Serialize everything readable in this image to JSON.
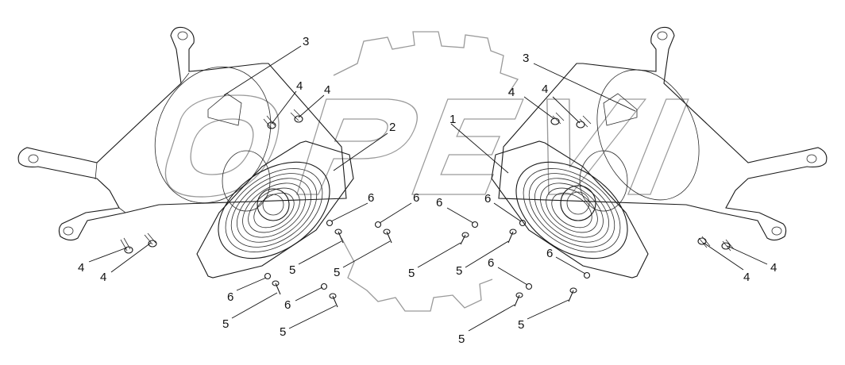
{
  "diagram": {
    "labels": [
      {
        "id": "c1",
        "text": "1"
      },
      {
        "id": "c2",
        "text": "2"
      },
      {
        "id": "c3l",
        "text": "3"
      },
      {
        "id": "c3r",
        "text": "3"
      },
      {
        "id": "c4a",
        "text": "4"
      },
      {
        "id": "c4b",
        "text": "4"
      },
      {
        "id": "c4c",
        "text": "4"
      },
      {
        "id": "c4d",
        "text": "4"
      },
      {
        "id": "c4e",
        "text": "4"
      },
      {
        "id": "c4f",
        "text": "4"
      },
      {
        "id": "c4g",
        "text": "4"
      },
      {
        "id": "c4h",
        "text": "4"
      },
      {
        "id": "c5a",
        "text": "5"
      },
      {
        "id": "c5b",
        "text": "5"
      },
      {
        "id": "c5c",
        "text": "5"
      },
      {
        "id": "c5d",
        "text": "5"
      },
      {
        "id": "c5e",
        "text": "5"
      },
      {
        "id": "c5f",
        "text": "5"
      },
      {
        "id": "c5g",
        "text": "5"
      },
      {
        "id": "c5h",
        "text": "5"
      },
      {
        "id": "c6a",
        "text": "6"
      },
      {
        "id": "c6b",
        "text": "6"
      },
      {
        "id": "c6c",
        "text": "6"
      },
      {
        "id": "c6d",
        "text": "6"
      },
      {
        "id": "c6e",
        "text": "6"
      },
      {
        "id": "c6f",
        "text": "6"
      },
      {
        "id": "c6g",
        "text": "6"
      },
      {
        "id": "c6h",
        "text": "6"
      }
    ]
  }
}
